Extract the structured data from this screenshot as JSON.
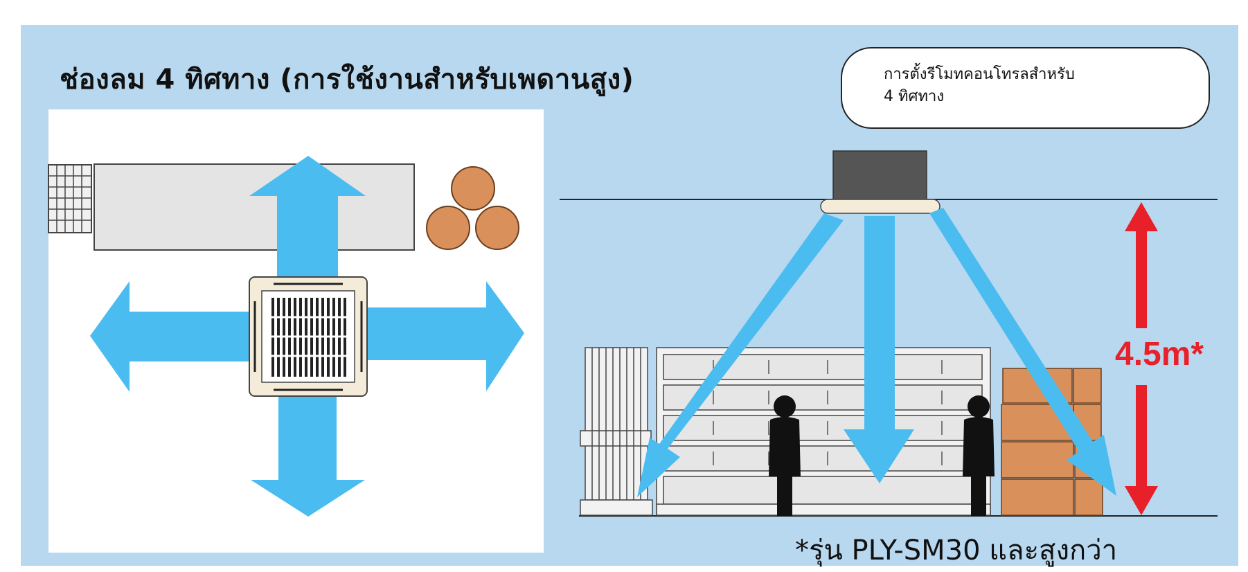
{
  "title": "ช่องลม 4 ทิศทาง (การใช้งานสำหรับเพดานสูง)",
  "callout": {
    "line1": "การตั้งรีโมทคอนโทรลสำหรับ",
    "line2": "4 ทิศทาง"
  },
  "height_label": "4.5m*",
  "footnote": "*รุ่น PLY-SM30 และสูงกว่า",
  "colors": {
    "background_panel": "#b8d8f0",
    "airflow_arrow": "#4bbcf0",
    "height_arrow": "#e8202a",
    "boxes": "#d9905a",
    "person": "#111111"
  },
  "icons": [
    "cassette-unit-icon",
    "airflow-arrow-icon",
    "person-icon",
    "shelving-icon",
    "box-stack-icon",
    "ceiling-unit-icon"
  ]
}
